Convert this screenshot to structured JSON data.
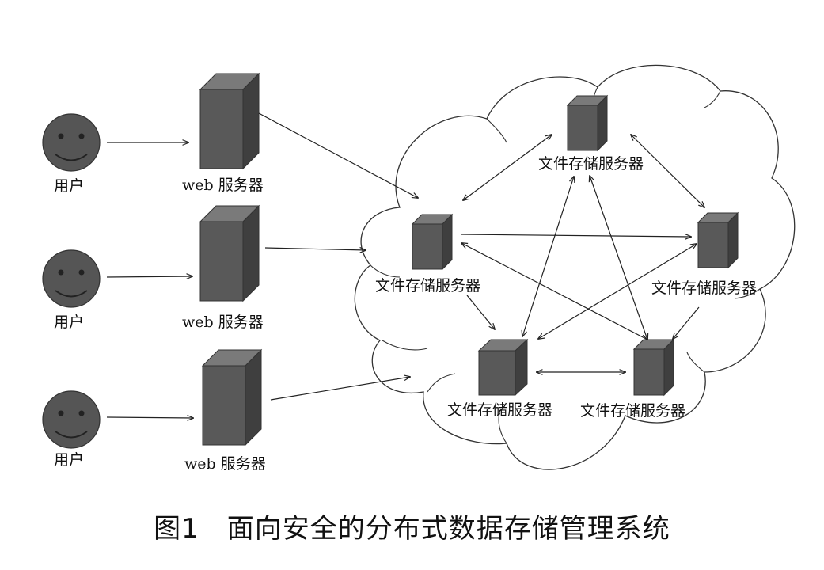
{
  "users": [
    {
      "label": "用户"
    },
    {
      "label": "用户"
    },
    {
      "label": "用户"
    }
  ],
  "web_servers": [
    {
      "label": "web 服务器"
    },
    {
      "label": "web 服务器"
    },
    {
      "label": "web 服务器"
    }
  ],
  "storage_servers": [
    {
      "label": "文件存储服务器"
    },
    {
      "label": "文件存储服务器"
    },
    {
      "label": "文件存储服务器"
    },
    {
      "label": "文件存储服务器"
    },
    {
      "label": "文件存储服务器"
    }
  ],
  "caption": "图1　面向安全的分布式数据存储管理系统",
  "colors": {
    "server": "#595959",
    "face": "#555555",
    "line": "#222222"
  }
}
